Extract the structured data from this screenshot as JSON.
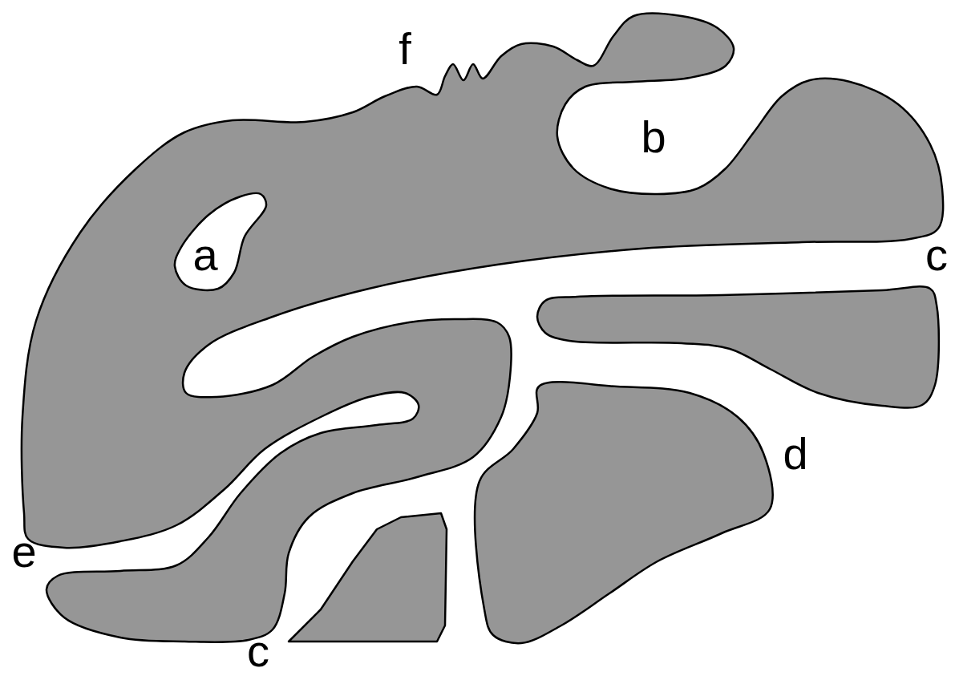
{
  "diagram": {
    "labels": [
      "f",
      "b",
      "a",
      "c",
      "d",
      "e",
      "c"
    ]
  }
}
